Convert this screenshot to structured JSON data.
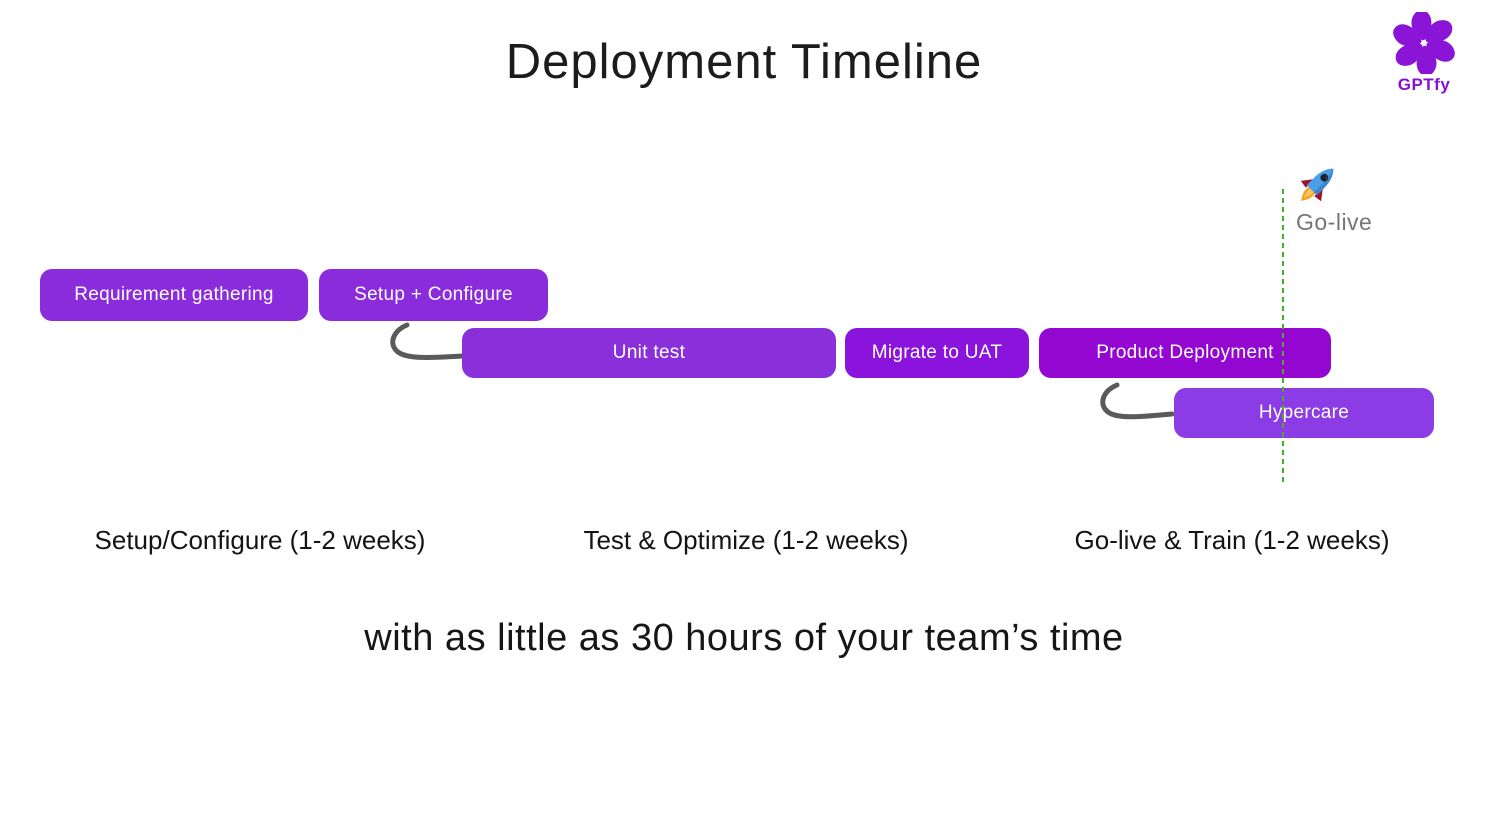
{
  "title": "Deployment Timeline",
  "logo": {
    "text": "GPTfy",
    "brand_color": "#8311d9"
  },
  "timeline": {
    "go_live_label": "Go-live",
    "go_live_line_color": "#45b02b",
    "bars": [
      {
        "label": "Requirement gathering",
        "color": "#8b2cdc"
      },
      {
        "label": "Setup + Configure",
        "color": "#8b2cdc"
      },
      {
        "label": "Unit test",
        "color": "#8a30da"
      },
      {
        "label": "Migrate to UAT",
        "color": "#8a14dc"
      },
      {
        "label": "Product Deployment",
        "color": "#9307d0"
      },
      {
        "label": "Hypercare",
        "color": "#8b3ce5"
      }
    ],
    "phases": [
      {
        "label": "Setup/Configure (1-2 weeks)"
      },
      {
        "label": "Test & Optimize (1-2 weeks)"
      },
      {
        "label": "Go-live & Train (1-2 weeks)"
      }
    ]
  },
  "tagline": "with as little as 30 hours of your team’s time"
}
